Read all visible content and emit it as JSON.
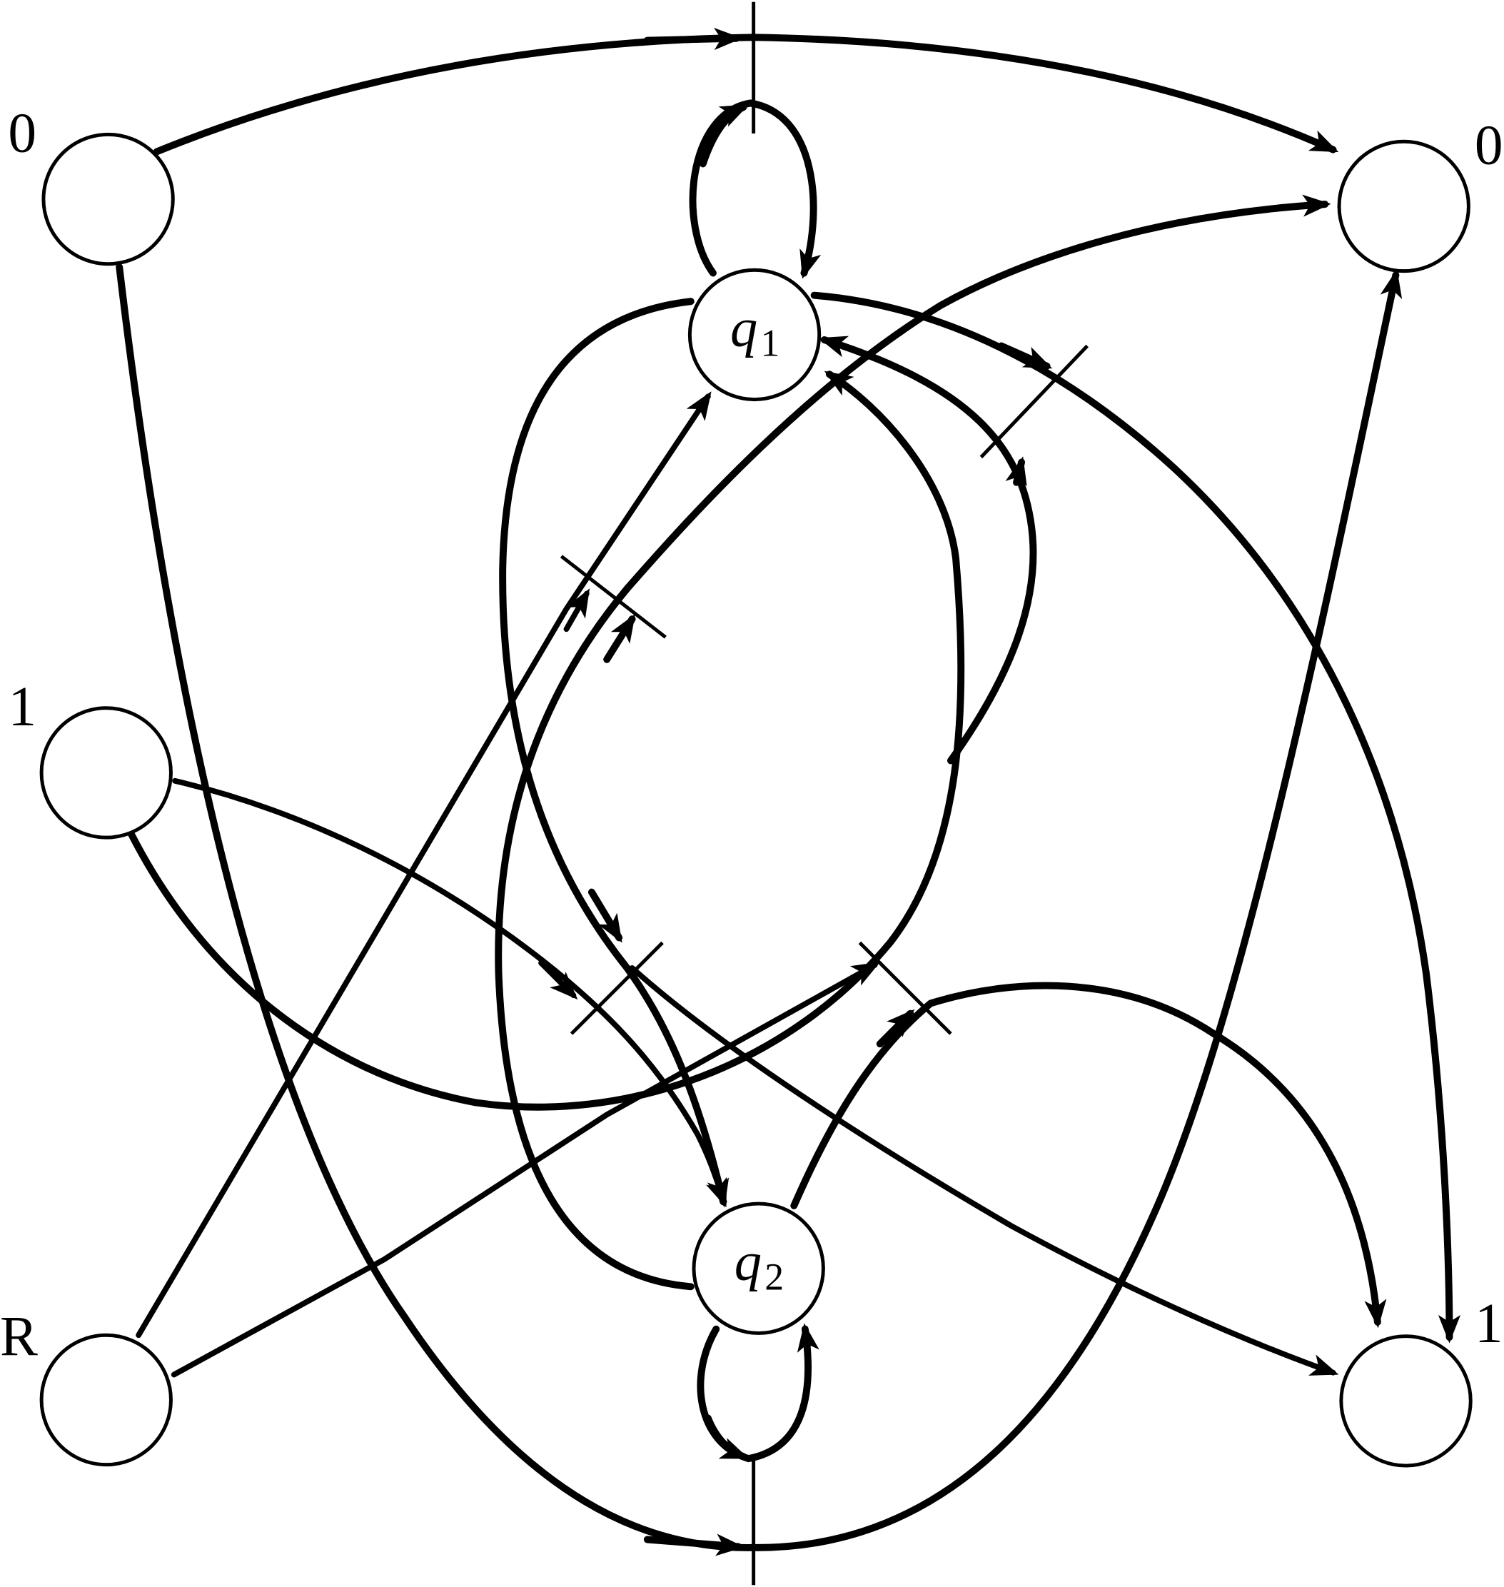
{
  "diagram": {
    "nodes": {
      "in0": {
        "label": "0"
      },
      "in1": {
        "label": "1"
      },
      "inR": {
        "label": "R"
      },
      "q1": {
        "label": "q",
        "sub": "1"
      },
      "q2": {
        "label": "q",
        "sub": "2"
      },
      "out0": {
        "label": "0"
      },
      "out1": {
        "label": "1"
      }
    }
  }
}
